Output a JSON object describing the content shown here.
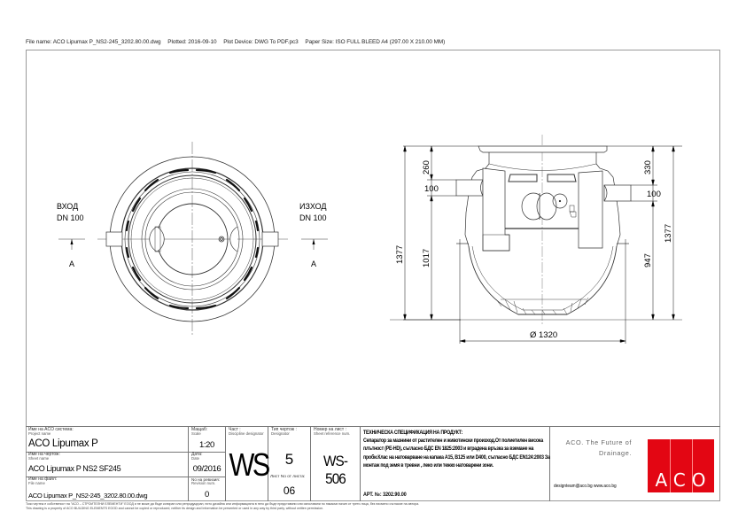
{
  "plot_header": {
    "file_name": "File name: ACO Lipumax P_NS2-245_3202.80.00.dwg",
    "plotted": "Plotted: 2016-09-10",
    "plot_device": "Plot Device: DWG To PDF.pc3",
    "paper_size": "Paper Size: ISO FULL BLEED A4 (297.00 X 210.00 MM)"
  },
  "top_view": {
    "inlet_label": "ВХОД",
    "inlet_size": "DN 100",
    "outlet_label": "ИЗХОД",
    "outlet_size": "DN 100",
    "section_mark_left": "A",
    "section_mark_right": "A"
  },
  "section_view": {
    "dim_total_height_left": "1377",
    "dim_inlet_height": "1017",
    "dim_top_to_inlet": "260",
    "dim_inlet_pipe": "100",
    "dim_top_to_outlet": "330",
    "dim_outlet_pipe": "100",
    "dim_outlet_height": "947",
    "dim_total_height_right": "1377",
    "dim_diameter": "Ø 1320"
  },
  "title_block": {
    "project": {
      "label_bg": "Име на ACO система:",
      "label_en": "Project name",
      "value": "ACO Lipumax P"
    },
    "sheet": {
      "label_bg": "Име на чертож:",
      "label_en": "Sheet name",
      "value": "ACO Lipumax P NS2 SF245"
    },
    "file": {
      "label_bg": "Име на файл:",
      "label_en": "File name",
      "value": "ACO Lipumax P_NS2-245_3202.80.00.dwg"
    },
    "scale": {
      "label_bg": "Мащаб:",
      "label_en": "Scale",
      "value": "1:20"
    },
    "date": {
      "label_bg": "Дата:",
      "label_en": "Date",
      "value": "09/2016"
    },
    "revision": {
      "label_bg": "No на ревизия:",
      "label_en": "Revision num.",
      "value": "0"
    },
    "discipline": {
      "label_bg": "Част :",
      "label_en": "Discipline designator",
      "value": "WS"
    },
    "designator": {
      "label_bg": "Тип чертож :",
      "label_en": "Designator",
      "value": "5",
      "sheet_no_label": "Лист No от листа:",
      "sheet_no_value": "06"
    },
    "sheet_ref": {
      "label_bg": "Номер на лист :",
      "label_en": "Sheet reference num.",
      "value": "WS-506"
    },
    "spec": {
      "title": "ТЕХНИЧЕСКА СПЕЦИФИКАЦИЯ НА ПРОДУКТ:",
      "body": "Сепаратор за мазнини от растителен и животински произход.От полиетилен висока плътност (PE-HD), съгласно БДС EN 1825:2003 и вградена връзка за вземане на проби.Клас на натоварване на капака A15, B125 или D400, съгласно БДС EN124:2003 За монтаж под земя в тревни , леко или тежко натоварени зони.",
      "article": "АРТ. №: 3202.90.00"
    },
    "brand": {
      "tagline_line1": "ACO. The Future of",
      "tagline_line2": "Drainage.",
      "contact": "designteam@aco.bg  www.aco.bg",
      "logo_text": "ACO",
      "logo_color": "#e30613"
    }
  },
  "legal": {
    "line_bg": "Този чертеж е собственост на \"АСО – СТРОИТЕЛНИ ЕЛЕМЕНТИ\" ЕООД и не може да бъде копиран или репродуциран, нито дизайна или информацията в него да бъде представяни или използвани по някакъв начин от трети лица, без писмено съгласие на автора.",
    "line_en": "This drawing is a property of ACO BUILDING ELEMENTS EOOD and cannot be copied or reproduced, neither its design and information be presented or used in any way by third party, without written permission."
  }
}
